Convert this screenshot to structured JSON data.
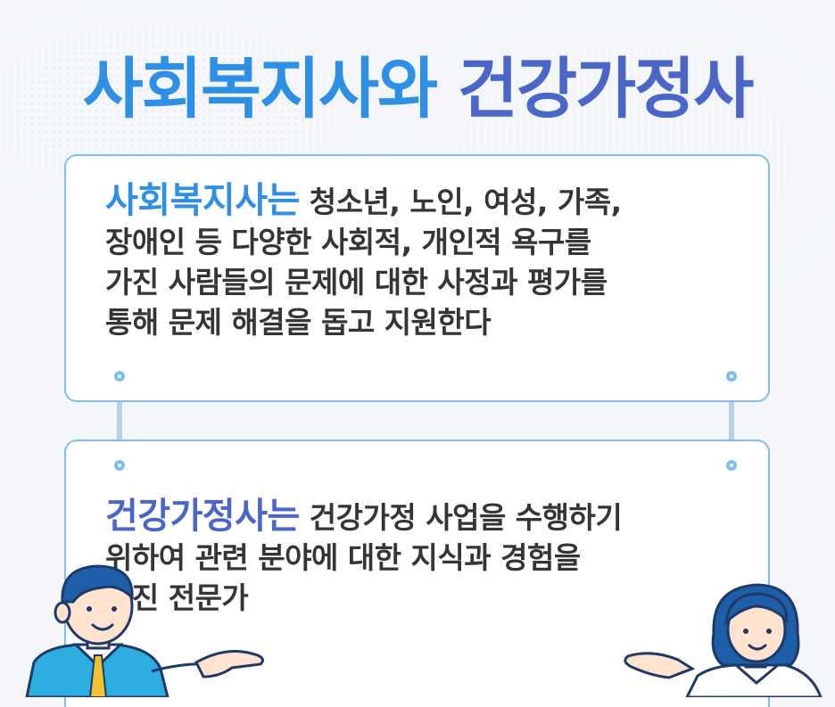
{
  "title": {
    "part1": "사회복지사와",
    "part2": "건강가정사"
  },
  "cards": [
    {
      "highlight": "사회복지사는",
      "lines": [
        " 청소년, 노인, 여성, 가족,",
        "장애인 등 다양한 사회적, 개인적 욕구를",
        "가진 사람들의 문제에 대한 사정과 평가를",
        "통해 문제 해결을 돕고 지원한다"
      ]
    },
    {
      "highlight": "건강가정사는",
      "lines": [
        " 건강가정 사업을 수행하기",
        "위하여 관련 분야에 대한 지식과 경험을",
        "가진 전문가"
      ]
    }
  ],
  "colors": {
    "blue": "#2e8fe6",
    "indigo": "#4a66c9",
    "border": "#7fbff0"
  },
  "illustrations": {
    "left": "man-presenting-icon",
    "right": "woman-presenting-icon"
  }
}
